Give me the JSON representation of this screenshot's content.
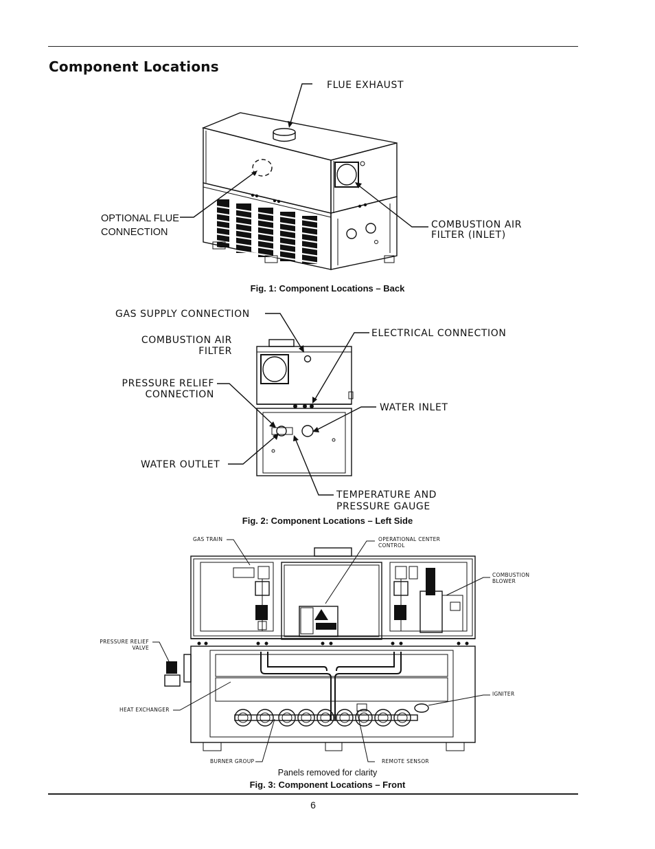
{
  "page": {
    "title": "Component Locations",
    "page_number": "6"
  },
  "fig1": {
    "caption": "Fig. 1: Component Locations – Back",
    "labels": {
      "flue_exhaust": "FLUE EXHAUST",
      "optional_flue_1": "OPTIONAL FLUE",
      "optional_flue_2": "CONNECTION",
      "combustion_air_1": "COMBUSTION AIR",
      "combustion_air_2": "FILTER (INLET)"
    }
  },
  "fig2": {
    "caption": "Fig. 2: Component Locations – Left Side",
    "labels": {
      "gas_supply": "GAS SUPPLY CONNECTION",
      "electrical": "ELECTRICAL CONNECTION",
      "combustion_air_1": "COMBUSTION AIR",
      "combustion_air_2": "FILTER",
      "pressure_relief_1": "PRESSURE RELIEF",
      "pressure_relief_2": "CONNECTION",
      "water_inlet": "WATER INLET",
      "water_outlet": "WATER OUTLET",
      "temp_gauge_1": "TEMPERATURE AND",
      "temp_gauge_2": "PRESSURE GAUGE"
    }
  },
  "fig3": {
    "caption": "Fig. 3: Component Locations – Front",
    "note": "Panels removed for clarity",
    "labels": {
      "gas_train": "GAS TRAIN",
      "op_center_1": "OPERATIONAL CENTER",
      "op_center_2": "CONTROL",
      "blower_1": "COMBUSTION",
      "blower_2": "BLOWER",
      "relief_valve_1": "PRESSURE RELIEF",
      "relief_valve_2": "VALVE",
      "heat_exchanger": "HEAT EXCHANGER",
      "igniter": "IGNITER",
      "burner_group": "BURNER GROUP",
      "remote_sensor": "REMOTE SENSOR"
    }
  }
}
